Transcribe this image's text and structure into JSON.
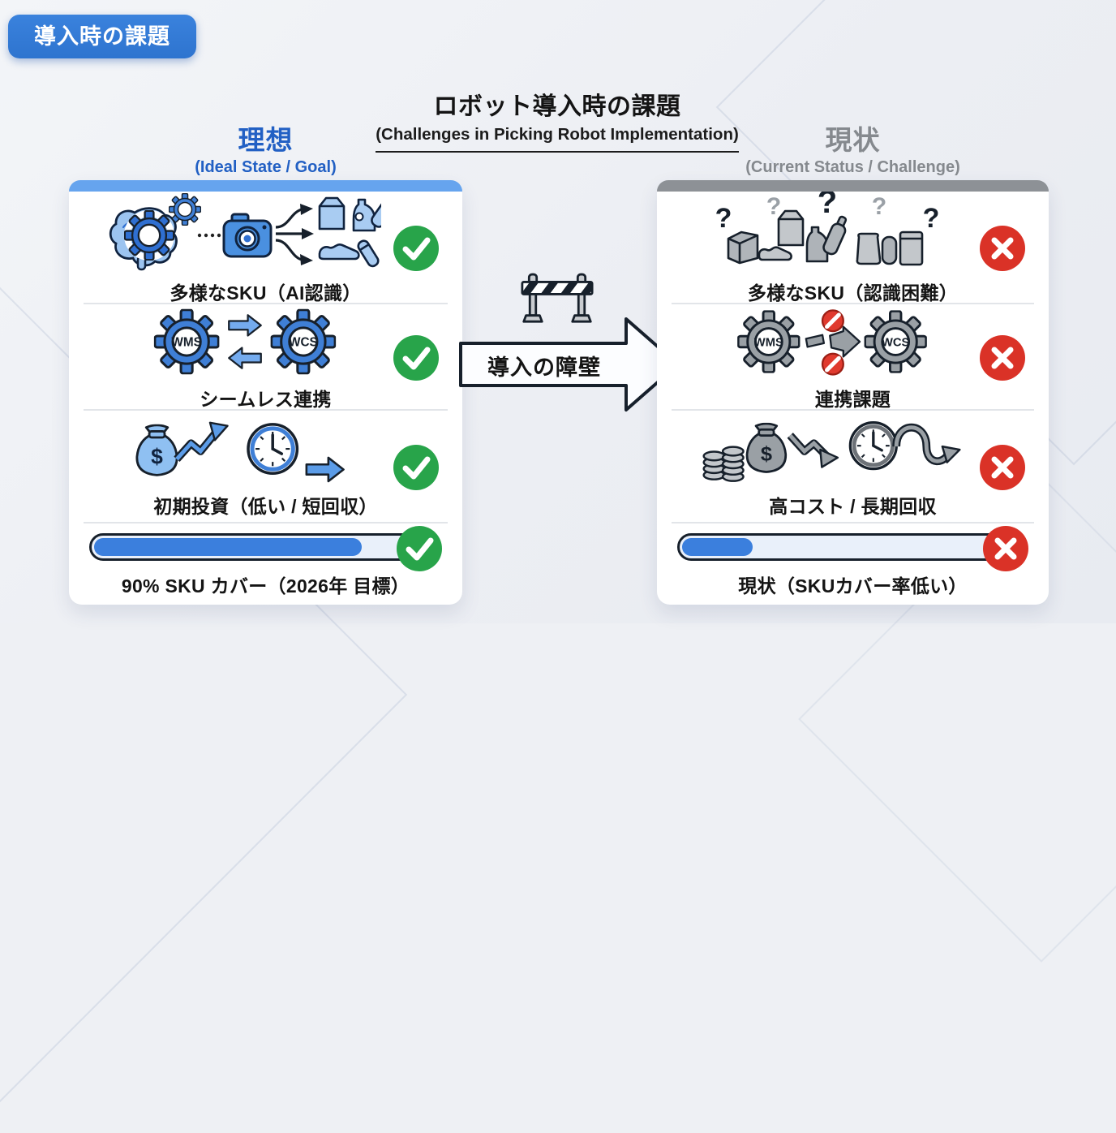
{
  "badge": {
    "label": "導入時の課題"
  },
  "title": {
    "main": "ロボット導入時の課題",
    "sub": "(Challenges in Picking Robot Implementation)"
  },
  "left_panel": {
    "heading": "理想",
    "subheading": "(Ideal State / Goal)",
    "rows": [
      {
        "icon": "brain-ai-camera-products-icon",
        "label": "多様なSKU（AI認識）",
        "status": "success"
      },
      {
        "icon": "wms-wcs-sync-gears-icon",
        "label": "シームレス連携",
        "status": "success"
      },
      {
        "icon": "moneybag-growth-clock-icon",
        "label": "初期投資（低い / 短回収）",
        "status": "success"
      },
      {
        "icon": "progress-bar",
        "label": "90% SKU カバー（2026年 目標）",
        "progress_percent": 79,
        "status": "success"
      }
    ]
  },
  "center": {
    "barrier_icon": "road-barrier-icon",
    "arrow_label": "導入の障壁"
  },
  "right_panel": {
    "heading": "現状",
    "subheading": "(Current Status / Challenge)",
    "rows": [
      {
        "icon": "unrecognized-sku-pile-icon",
        "label": "多様なSKU（認識困難）",
        "status": "error"
      },
      {
        "icon": "wms-wcs-blocked-gears-icon",
        "label": "連携課題",
        "status": "error"
      },
      {
        "icon": "high-cost-long-payback-icon",
        "label": "高コスト / 長期回収",
        "status": "error"
      },
      {
        "icon": "progress-bar",
        "label": "現状（SKUカバー率低い）",
        "progress_percent": 21,
        "status": "error"
      }
    ]
  },
  "glyphs": {
    "question_mark": "?",
    "dollar": "$",
    "wms": "WMS",
    "wcs": "WCS"
  },
  "colors": {
    "accent_blue": "#2e74cf",
    "topbar_blue": "#66a4ee",
    "topbar_gray": "#8d9196",
    "heading_blue": "#2260c4",
    "heading_gray": "#85898e",
    "success_green": "#28a44a",
    "error_red": "#da3227",
    "progress_fill": "#3b7fdd",
    "progress_track": "#e9f0fa",
    "text_dark": "#17202b",
    "bg_light": "#eef0f4"
  }
}
